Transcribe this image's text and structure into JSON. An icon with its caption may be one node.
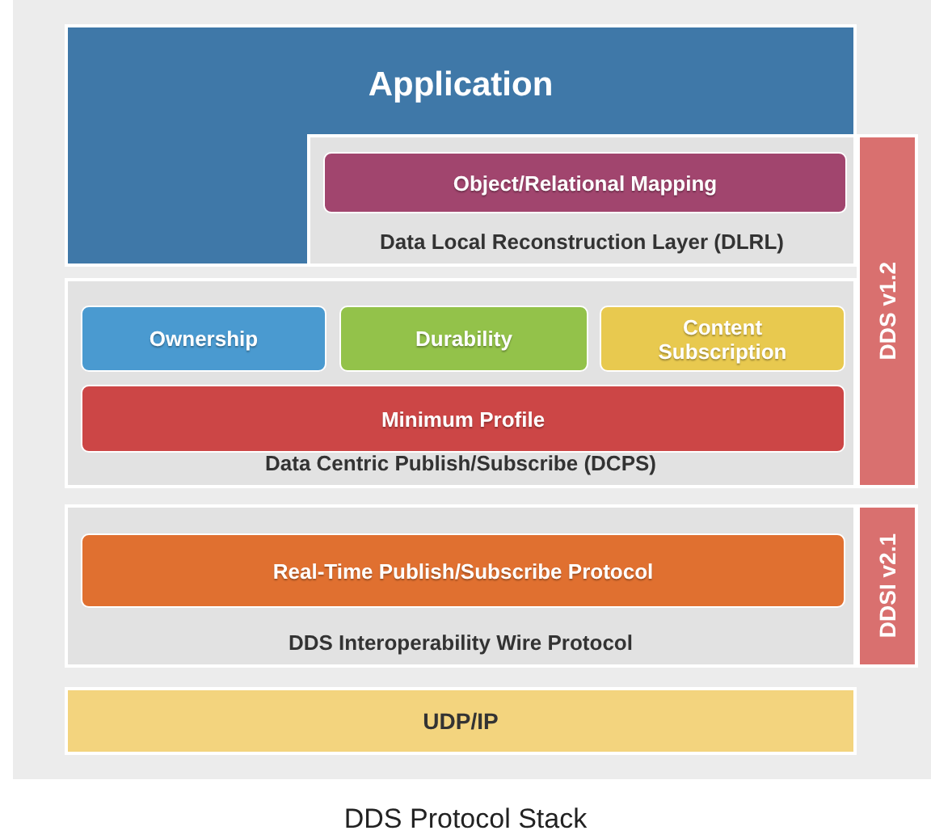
{
  "diagram": {
    "caption": "DDS Protocol Stack",
    "nodes": [
      {
        "text": [
          "Application"
        ]
      },
      {
        "text": [
          "Data Local Reconstruction Layer (DLRL)"
        ],
        "in": 0
      },
      {
        "text": [
          "Object/Relational Mapping"
        ],
        "in": 1
      },
      {
        "text": [
          "Data Centric Publish/Subscribe (DCPS)"
        ]
      },
      {
        "text": [
          "Ownership"
        ],
        "in": 3
      },
      {
        "text": [
          "Durability"
        ],
        "in": 3
      },
      {
        "text": [
          "Content Subscription"
        ],
        "in": 3
      },
      {
        "text": [
          "Minimum Profile"
        ],
        "in": 3
      },
      {
        "text": [
          "DDS Interoperability Wire Protocol"
        ]
      },
      {
        "text": [
          "Real-Time Publish/Subscribe Protocol"
        ],
        "in": 8
      },
      {
        "text": [
          "UDP/IP"
        ]
      },
      {
        "text": [
          "DDS v1.2"
        ]
      },
      {
        "text": [
          "DDSI v2.1"
        ]
      }
    ],
    "edges": []
  }
}
